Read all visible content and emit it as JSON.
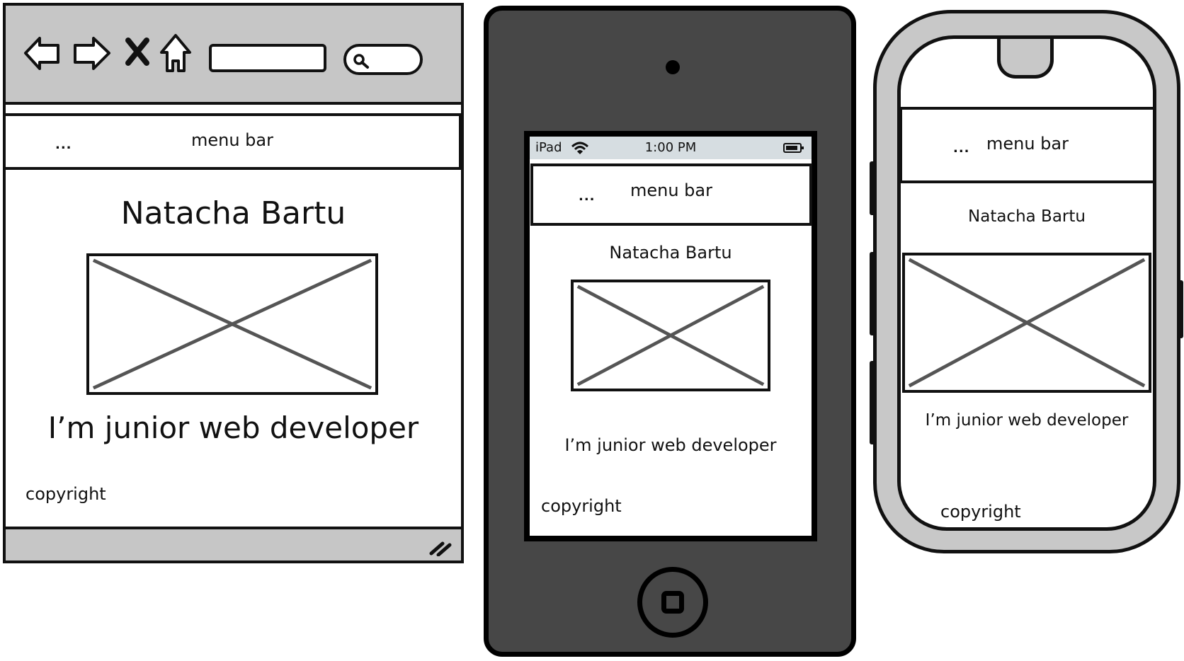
{
  "browser": {
    "icons": [
      "back-arrow-icon",
      "forward-arrow-icon",
      "close-icon",
      "home-icon",
      "search-icon",
      "resize-grip-icon"
    ],
    "address_value": "",
    "search_value": "",
    "menu": {
      "dots": "...",
      "label": "menu bar"
    },
    "name": "Natacha Bartu",
    "tagline": "I’m junior web developer",
    "footer": "copyright"
  },
  "ipad": {
    "status": {
      "device": "iPad",
      "time": "1:00 PM",
      "icons": [
        "wifi-icon",
        "battery-icon"
      ]
    },
    "menu": {
      "dots": "...",
      "label": "menu bar"
    },
    "name": "Natacha Bartu",
    "tagline": "I’m junior web developer",
    "footer": "copyright"
  },
  "phone": {
    "menu": {
      "dots": "...",
      "label": "menu bar"
    },
    "name": "Natacha Bartu",
    "tagline": "I’m junior web developer",
    "footer": "copyright"
  },
  "colors": {
    "frame_gray": "#c6c6c6",
    "ipad_body": "#474747",
    "ipad_status": "#d6dde1",
    "placeholder_x": "#555555",
    "stroke": "#111111"
  }
}
